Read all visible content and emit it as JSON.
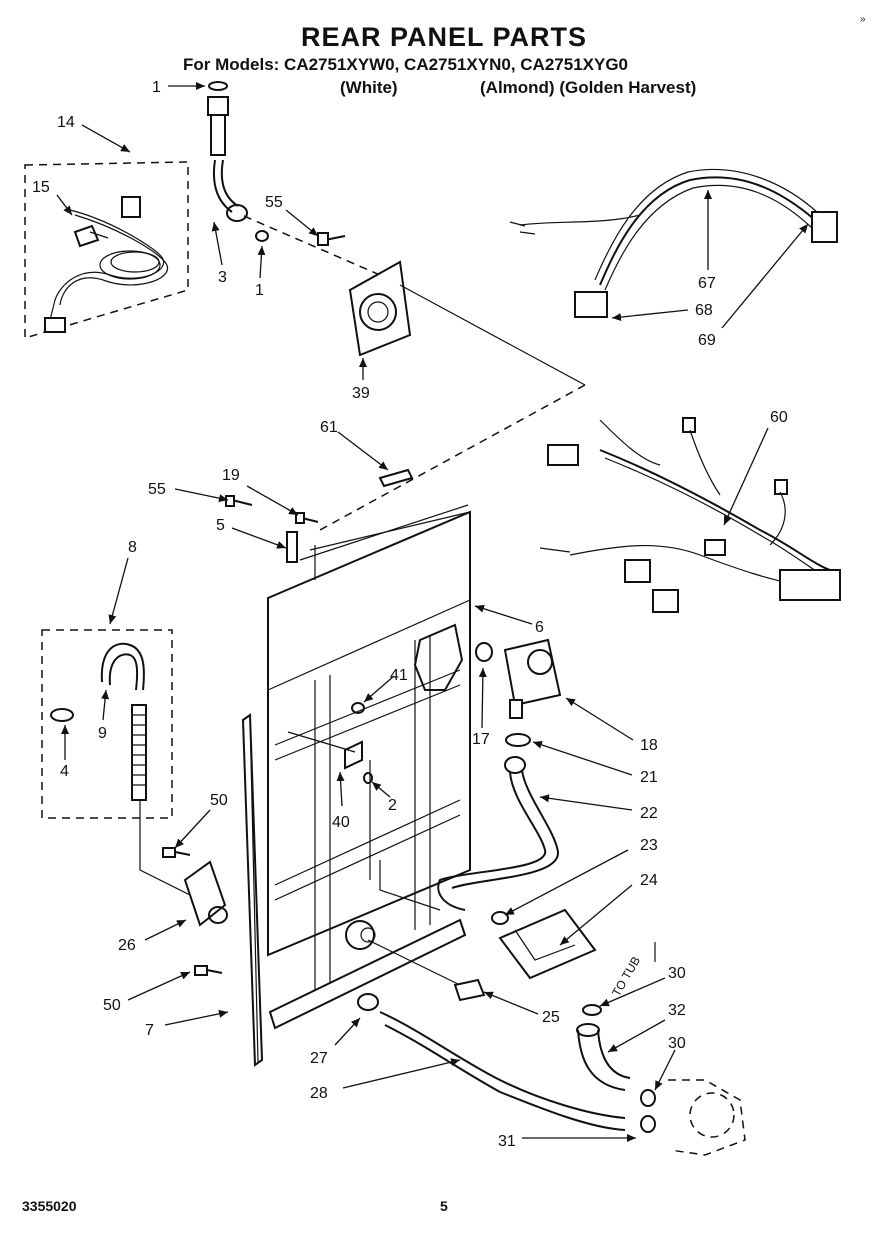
{
  "header": {
    "title": "REAR PANEL PARTS",
    "models_line": "For Models: CA2751XYW0,  CA2751XYN0, CA2751XYG0",
    "color_white": "(White)",
    "color_others": "(Almond) (Golden Harvest)"
  },
  "footer": {
    "doc_number": "3355020",
    "page_number": "5",
    "corner_mark": "»"
  },
  "callouts": {
    "c1a": "1",
    "c1b": "1",
    "c2": "2",
    "c3": "3",
    "c4": "4",
    "c5": "5",
    "c6": "6",
    "c7": "7",
    "c8": "8",
    "c9": "9",
    "c14": "14",
    "c15": "15",
    "c17": "17",
    "c18": "18",
    "c19": "19",
    "c21": "21",
    "c22": "22",
    "c23": "23",
    "c24": "24",
    "c25": "25",
    "c26": "26",
    "c27": "27",
    "c28": "28",
    "c30a": "30",
    "c30b": "30",
    "c31": "31",
    "c32": "32",
    "c39": "39",
    "c40": "40",
    "c41": "41",
    "c50a": "50",
    "c50b": "50",
    "c55a": "55",
    "c55b": "55",
    "c60": "60",
    "c61": "61",
    "c67": "67",
    "c68": "68",
    "c69": "69"
  },
  "annotation_tub": "TO TUB"
}
